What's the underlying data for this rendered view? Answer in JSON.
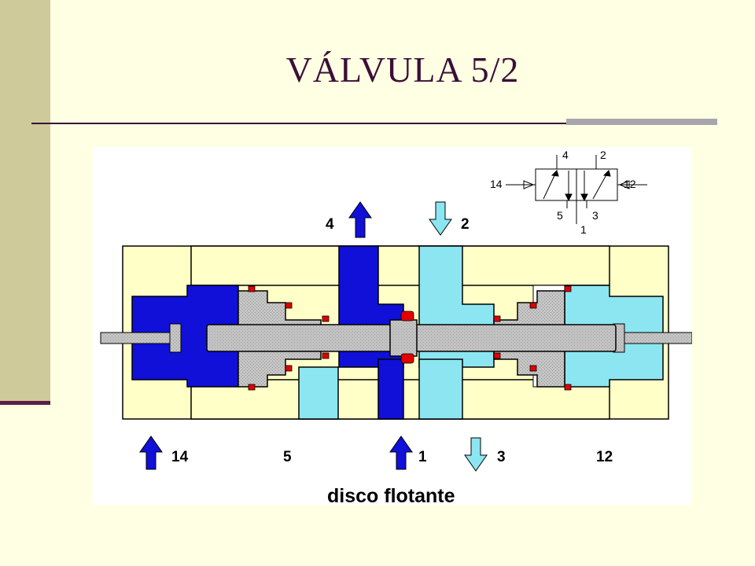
{
  "slide": {
    "title": "VÁLVULA 5/2",
    "colors": {
      "background": "#FFFFE3",
      "side_bar": "#CFCA9A",
      "title": "#3A0F38",
      "rule_gray": "#A7A6AE"
    }
  },
  "diagram": {
    "ports_top": [
      {
        "number": "4",
        "flow": "out",
        "color": "#1010D8"
      },
      {
        "number": "2",
        "flow": "in",
        "color": "#8CE6F2"
      }
    ],
    "ports_bottom": [
      {
        "number": "14",
        "arrow": "up",
        "color": "#1010D8"
      },
      {
        "number": "5"
      },
      {
        "number": "1",
        "arrow": "up",
        "color": "#1010D8"
      },
      {
        "number": "3",
        "arrow": "down",
        "color": "#8CE6F2"
      },
      {
        "number": "12"
      }
    ],
    "caption": "disco flotante",
    "symbol": {
      "label_4": "4",
      "label_2": "2",
      "label_14": "14",
      "label_12": "12",
      "label_5": "5",
      "label_3": "3",
      "label_1": "1"
    },
    "colors": {
      "body": "#FFFFC8",
      "pressure": "#1010D8",
      "exhaust": "#8CE6F2",
      "spool": "#C4C4C4",
      "seal": "#E00000"
    }
  }
}
